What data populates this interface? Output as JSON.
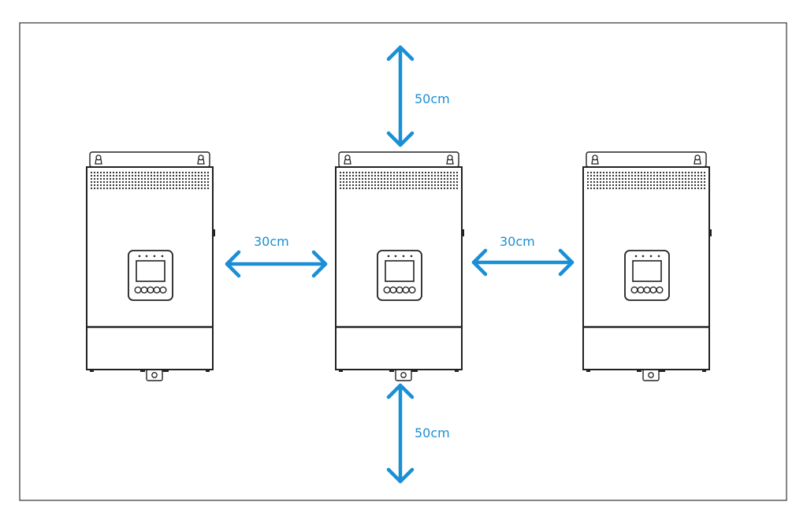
{
  "labels": {
    "top_clearance": "50cm",
    "bottom_clearance": "50cm",
    "left_gap": "30cm",
    "right_gap": "30cm"
  },
  "colors": {
    "accent": "#1a8fd6",
    "line": "#222222",
    "background": "#ffffff"
  },
  "units": [
    {
      "name": "inverter-unit-left"
    },
    {
      "name": "inverter-unit-center"
    },
    {
      "name": "inverter-unit-right"
    }
  ],
  "icons": {
    "keyhole": "keyhole-icon",
    "button": "button-icon",
    "indicator": "indicator-led-icon"
  }
}
